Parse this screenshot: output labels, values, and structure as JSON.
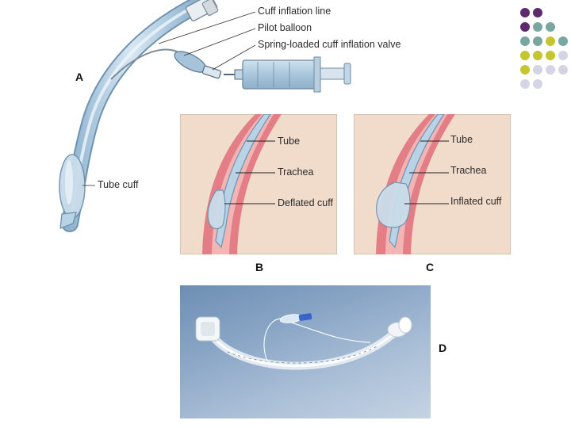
{
  "panels": {
    "a": {
      "letter": "A",
      "labels": {
        "cuff_inflation_line": "Cuff inflation line",
        "pilot_balloon": "Pilot balloon",
        "valve": "Spring-loaded cuff inflation valve",
        "tube_cuff": "Tube cuff"
      }
    },
    "b": {
      "letter": "B",
      "labels": {
        "tube": "Tube",
        "trachea": "Trachea",
        "cuff": "Deflated cuff"
      }
    },
    "c": {
      "letter": "C",
      "labels": {
        "tube": "Tube",
        "trachea": "Trachea",
        "cuff": "Inflated cuff"
      }
    },
    "d": {
      "letter": "D"
    }
  },
  "colors": {
    "tissue": "#f1dccb",
    "trachea_wall": "#e37e86",
    "trachea_inner": "#f3b5b4",
    "tube": "#b9d3e6",
    "tube_edge": "#6f93b0",
    "decor_purple": "#5e2a6d",
    "decor_teal": "#7aa6a0",
    "decor_yellow": "#c5c52d",
    "decor_lavender": "#d5d4e6"
  }
}
